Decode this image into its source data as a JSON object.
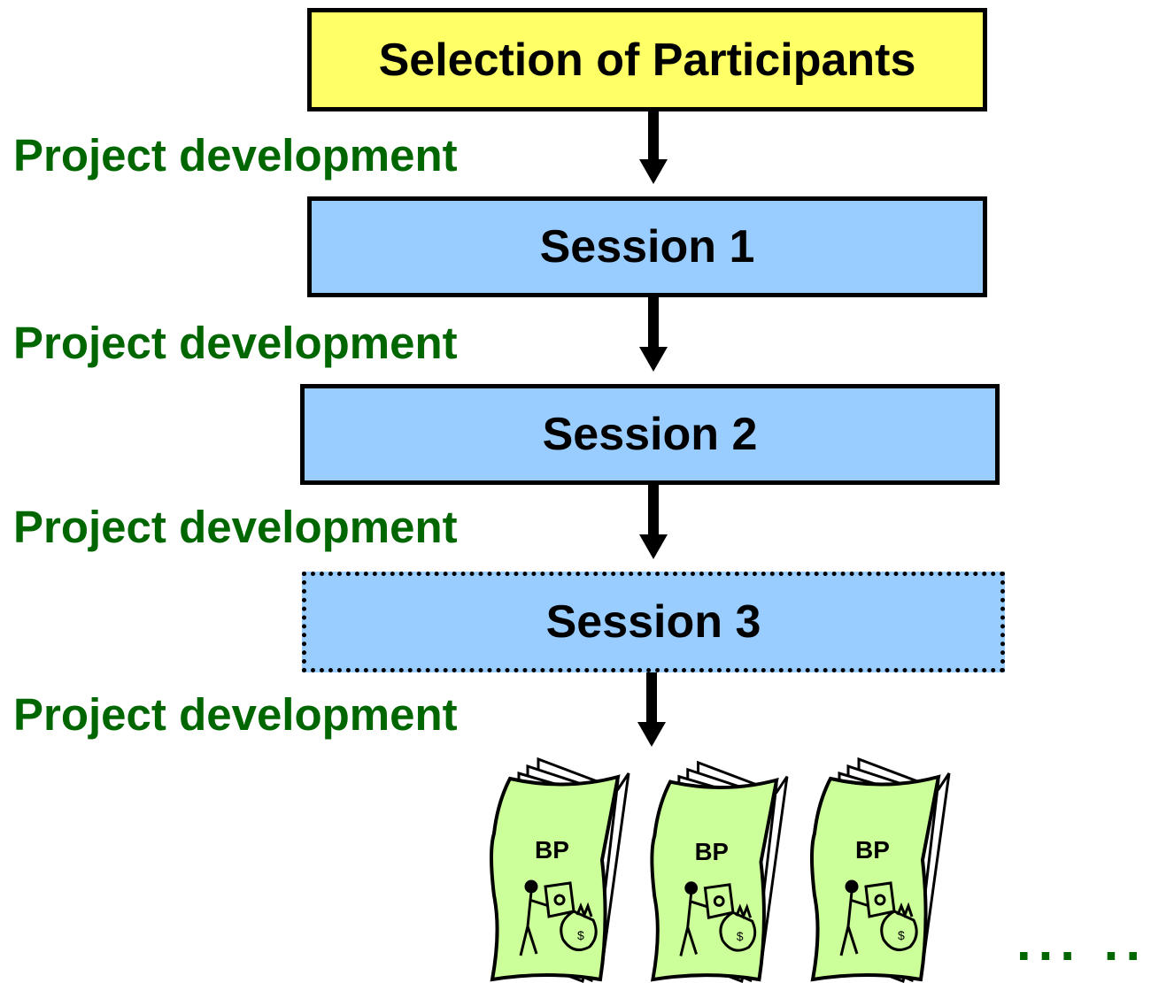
{
  "diagram": {
    "selection_label": "Selection of Participants",
    "sessions": [
      "Session 1",
      "Session 2",
      "Session 3"
    ],
    "phase_label": "Project development",
    "phase_labels": [
      "Project development",
      "Project development",
      "Project development",
      "Project development"
    ],
    "book_label": "BP",
    "book_labels": [
      "BP",
      "BP",
      "BP"
    ],
    "ellipsis": "... ..",
    "colors": {
      "selection_fill": "#ffff66",
      "session_fill": "#99ccff",
      "phase_text": "#006600",
      "book_fill": "#ccff99"
    }
  }
}
